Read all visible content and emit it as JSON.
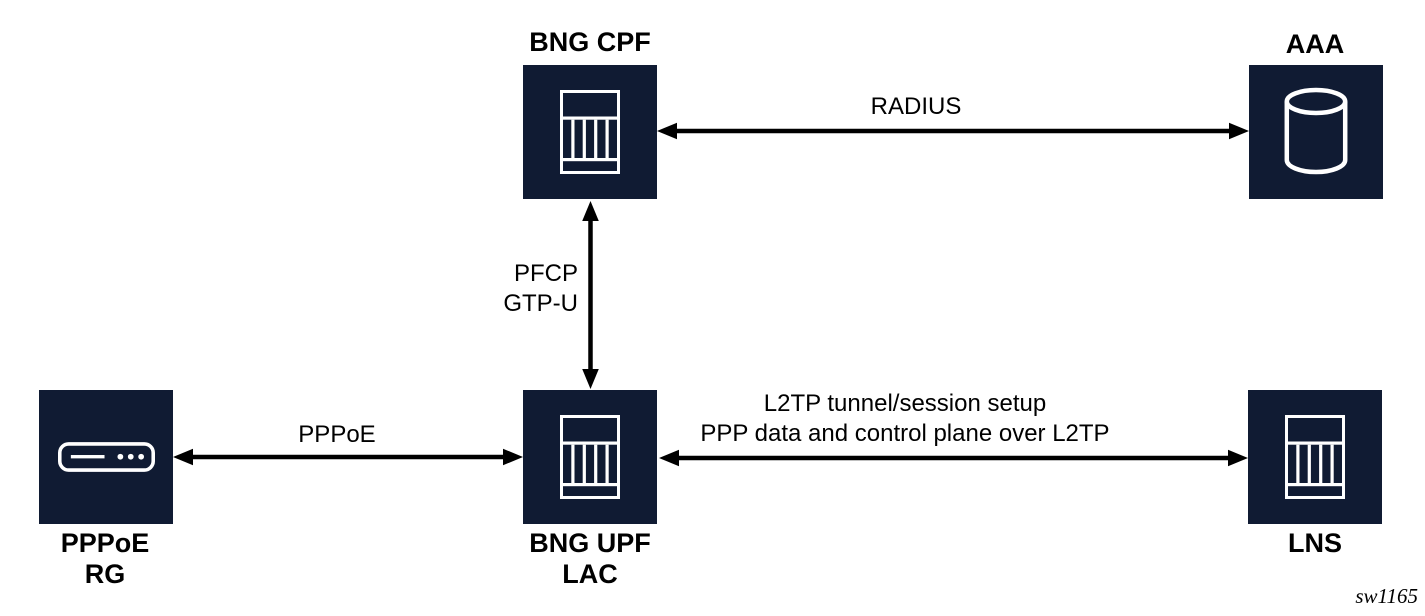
{
  "colors": {
    "background": "#ffffff",
    "node_fill": "#101b33",
    "icon_stroke": "#ffffff",
    "connector": "#000000",
    "text": "#000000"
  },
  "nodes": {
    "bng_cpf": {
      "label": "BNG CPF",
      "icon": "chassis-icon"
    },
    "aaa": {
      "label": "AAA",
      "icon": "database-icon"
    },
    "pppoe_rg": {
      "label_lines": [
        "PPPoE",
        "RG"
      ],
      "icon": "modem-icon"
    },
    "bng_upf_lac": {
      "label_lines": [
        "BNG UPF",
        "LAC"
      ],
      "icon": "chassis-icon"
    },
    "lns": {
      "label": "LNS",
      "icon": "chassis-icon"
    }
  },
  "links": {
    "radius": {
      "from": "BNG CPF",
      "to": "AAA",
      "direction": "bidirectional",
      "label": "RADIUS"
    },
    "pfcp_gtpu": {
      "from": "BNG CPF",
      "to": "BNG UPF LAC",
      "direction": "bidirectional",
      "label_lines": [
        "PFCP",
        "GTP-U"
      ]
    },
    "pppoe": {
      "from": "PPPoE RG",
      "to": "BNG UPF LAC",
      "direction": "bidirectional",
      "label": "PPPoE"
    },
    "l2tp": {
      "from": "BNG UPF LAC",
      "to": "LNS",
      "direction": "bidirectional",
      "label_lines": [
        "L2TP tunnel/session setup",
        "PPP data and control plane over L2TP"
      ]
    }
  },
  "watermark": "sw1165"
}
